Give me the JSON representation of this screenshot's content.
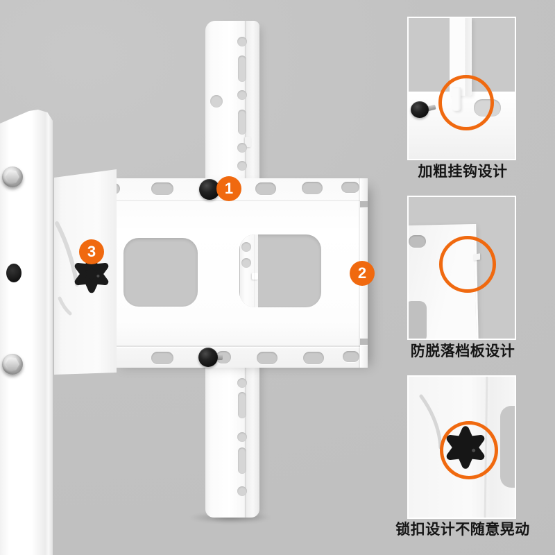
{
  "callouts": [
    {
      "label": "1"
    },
    {
      "label": "2"
    },
    {
      "label": "3"
    }
  ],
  "insets": [
    {
      "caption": "加粗挂钩设计"
    },
    {
      "caption": "防脱落档板设计"
    },
    {
      "caption": "锁扣设计不随意晃动"
    }
  ],
  "colors": {
    "accent_orange": "#f0690f",
    "background_gray": "#c2c2c2",
    "product_white": "#fbfbfb",
    "knob_black": "#1a1a1a"
  }
}
